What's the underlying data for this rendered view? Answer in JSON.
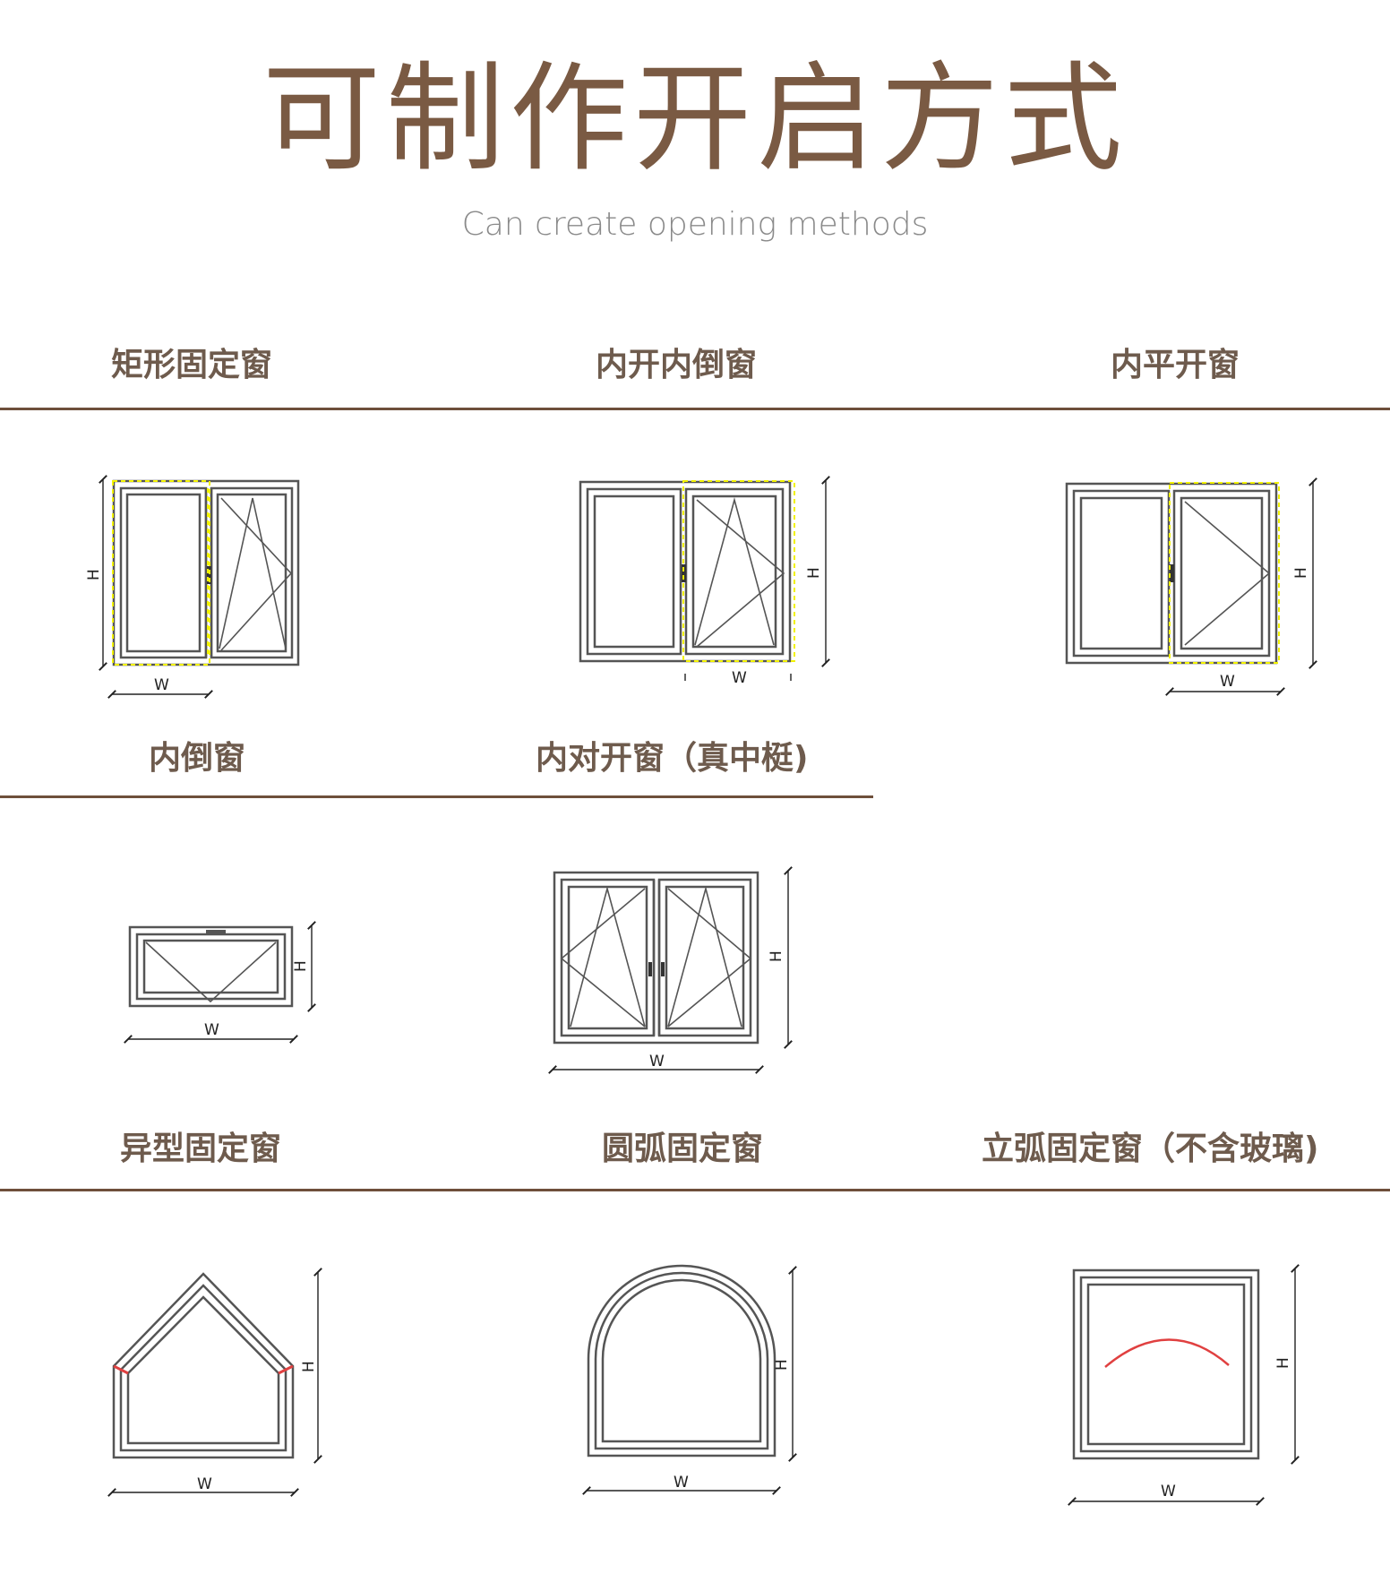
{
  "header": {
    "title": "可制作开启方式",
    "subtitle": "Can create opening methods"
  },
  "colors": {
    "accent_brown": "#7a5a43",
    "rule_brown": "#6e4f3b",
    "label_color": "#6e5b4d",
    "frame_gray": "#555555",
    "highlight_yellow": "#f2f200",
    "arc_red": "#e04040"
  },
  "dimension_labels": {
    "width": "W",
    "height": "H"
  },
  "window_types": [
    {
      "label": "矩形固定窗"
    },
    {
      "label": "内开内倒窗"
    },
    {
      "label": "内平开窗"
    },
    {
      "label": "内倒窗"
    },
    {
      "label": "内对开窗（真中梃)"
    },
    {
      "label": "异型固定窗"
    },
    {
      "label": "圆弧固定窗"
    },
    {
      "label": "立弧固定窗（不含玻璃)"
    }
  ]
}
